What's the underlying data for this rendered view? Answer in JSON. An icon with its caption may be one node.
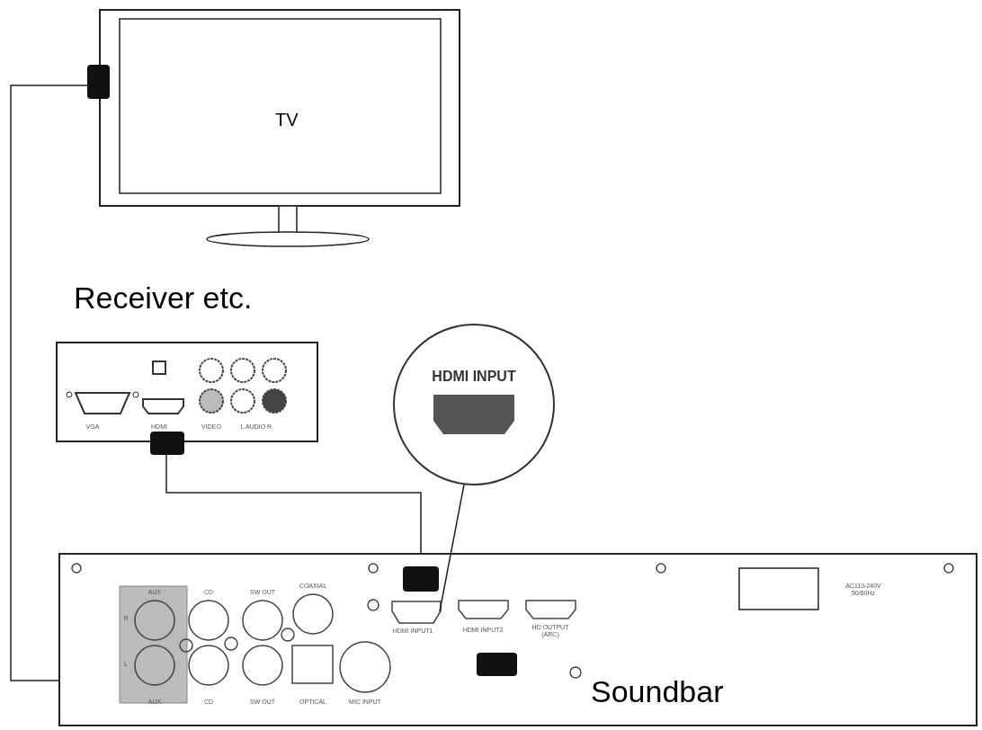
{
  "diagram": {
    "nodes": [
      {
        "text": [
          "TV"
        ]
      },
      {
        "text": [
          "Receiver etc."
        ]
      },
      {
        "text": [
          "Soundbar"
        ]
      },
      {
        "text": [
          "HDMI INPUT"
        ]
      },
      {
        "text": [],
        "shape": "box",
        "in": 2,
        "beside": [
          "HDMI INPUT1"
        ]
      }
    ],
    "edges": [
      {
        "from": 0,
        "to": 2,
        "arrow": "none"
      },
      {
        "from": 1,
        "to": 2,
        "arrow": "none"
      },
      {
        "from": 3,
        "to": 4,
        "arrow": "none"
      }
    ],
    "labels": [
      "VGA",
      "HDMI",
      "VIDEO",
      "L AUDIO R",
      "AUX",
      "CD",
      "SW OUT",
      "COAXIAL",
      "AC110-240V 50/60Hz",
      "R",
      "HDMI INPUT2",
      "HD OUTPUT (ARC)",
      "L",
      "AUX",
      "CD",
      "SW OUT",
      "OPTICAL",
      "MIC INPUT"
    ]
  }
}
